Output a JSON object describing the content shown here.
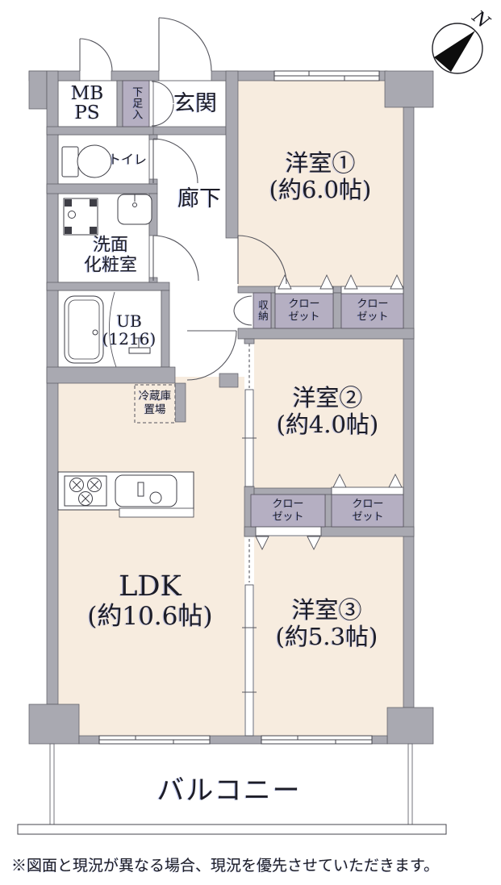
{
  "plan": {
    "compass": {
      "north_label": "N"
    },
    "rooms": {
      "room1": {
        "name": "洋室①",
        "size": "(約6.0帖)"
      },
      "room2": {
        "name": "洋室②",
        "size": "(約4.0帖)"
      },
      "room3": {
        "name": "洋室③",
        "size": "(約5.3帖)"
      },
      "ldk": {
        "name": "LDK",
        "size": "(約10.6帖)"
      },
      "entrance": {
        "name": "玄関"
      },
      "hallway": {
        "name": "廊下"
      },
      "toilet": {
        "name": "トイレ"
      },
      "washroom": {
        "name": "洗面\n化粧室"
      },
      "unit_bath": {
        "name": "UB\n(1216)"
      },
      "meter_pipe_space": {
        "name": "MB\nPS"
      },
      "shoe_cabinet": {
        "name": "下足入"
      },
      "storage": {
        "name": "収納"
      },
      "closet": {
        "name": "クロー\nゼット"
      },
      "fridge_space": {
        "name": "冷蔵庫\n置場"
      },
      "balcony": {
        "name": "バルコニー"
      }
    },
    "note": "※図面と現況が異なる場合、現況を優先させていただきます。",
    "colors": {
      "wall": "#a9a9b1",
      "room_fill": "#f7ecdf",
      "closet_fill": "#b5afc2",
      "line": "#55555d",
      "text": "#1d1d27"
    }
  }
}
